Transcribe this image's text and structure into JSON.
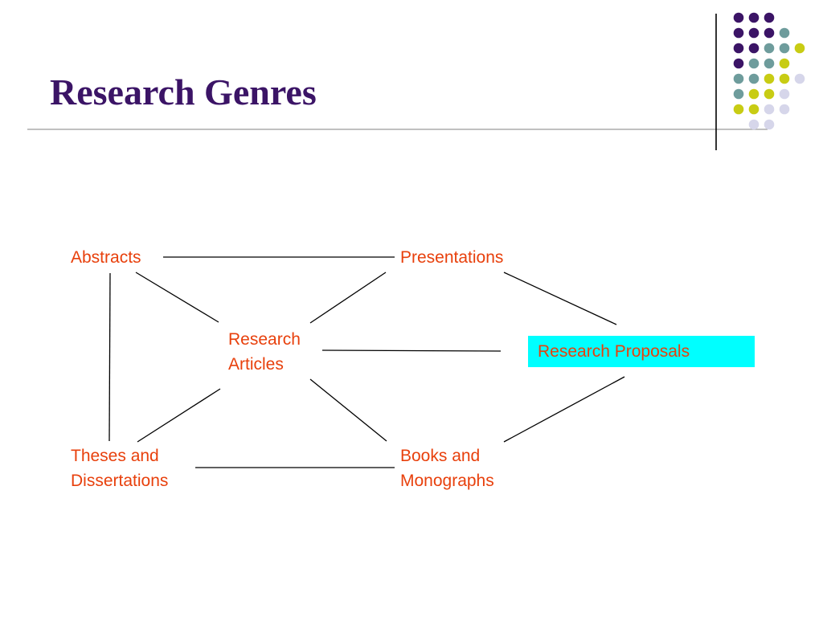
{
  "slide": {
    "title": "Research Genres"
  },
  "colors": {
    "title": "#3b1466",
    "node_text": "#e8400c",
    "highlight_fill": "#00ffff",
    "rule": "#9a9a9a",
    "line": "#000000",
    "dot_purple": "#3b1466",
    "dot_teal": "#6e9c9c",
    "dot_olive": "#c8cc14",
    "dot_lavender": "#d6d6ea"
  },
  "nodes": {
    "abstracts": {
      "lines": [
        "Abstracts"
      ]
    },
    "presentations": {
      "lines": [
        "Presentations"
      ]
    },
    "research_articles": {
      "lines": [
        "Research",
        "Articles"
      ]
    },
    "research_proposals": {
      "lines": [
        "Research Proposals"
      ],
      "highlighted": true
    },
    "theses": {
      "lines": [
        "Theses and",
        "Dissertations"
      ]
    },
    "books": {
      "lines": [
        "Books and",
        "Monographs"
      ]
    }
  },
  "edges": [
    {
      "from": "abstracts",
      "to": "presentations"
    },
    {
      "from": "abstracts",
      "to": "research_articles"
    },
    {
      "from": "abstracts",
      "to": "theses"
    },
    {
      "from": "presentations",
      "to": "research_articles"
    },
    {
      "from": "presentations",
      "to": "research_proposals"
    },
    {
      "from": "research_articles",
      "to": "research_proposals"
    },
    {
      "from": "research_articles",
      "to": "theses"
    },
    {
      "from": "research_articles",
      "to": "books"
    },
    {
      "from": "theses",
      "to": "books"
    },
    {
      "from": "books",
      "to": "research_proposals"
    }
  ],
  "decoration": {
    "dot_grid": [
      [
        "purple",
        "purple",
        "purple"
      ],
      [
        "purple",
        "purple",
        "purple",
        "teal"
      ],
      [
        "purple",
        "purple",
        "teal",
        "teal",
        "olive"
      ],
      [
        "purple",
        "teal",
        "teal",
        "olive"
      ],
      [
        "teal",
        "teal",
        "olive",
        "olive",
        "lavender"
      ],
      [
        "teal",
        "olive",
        "olive",
        "lavender"
      ],
      [
        "olive",
        "olive",
        "lavender",
        "lavender"
      ],
      [
        "lavender",
        "lavender"
      ]
    ]
  }
}
